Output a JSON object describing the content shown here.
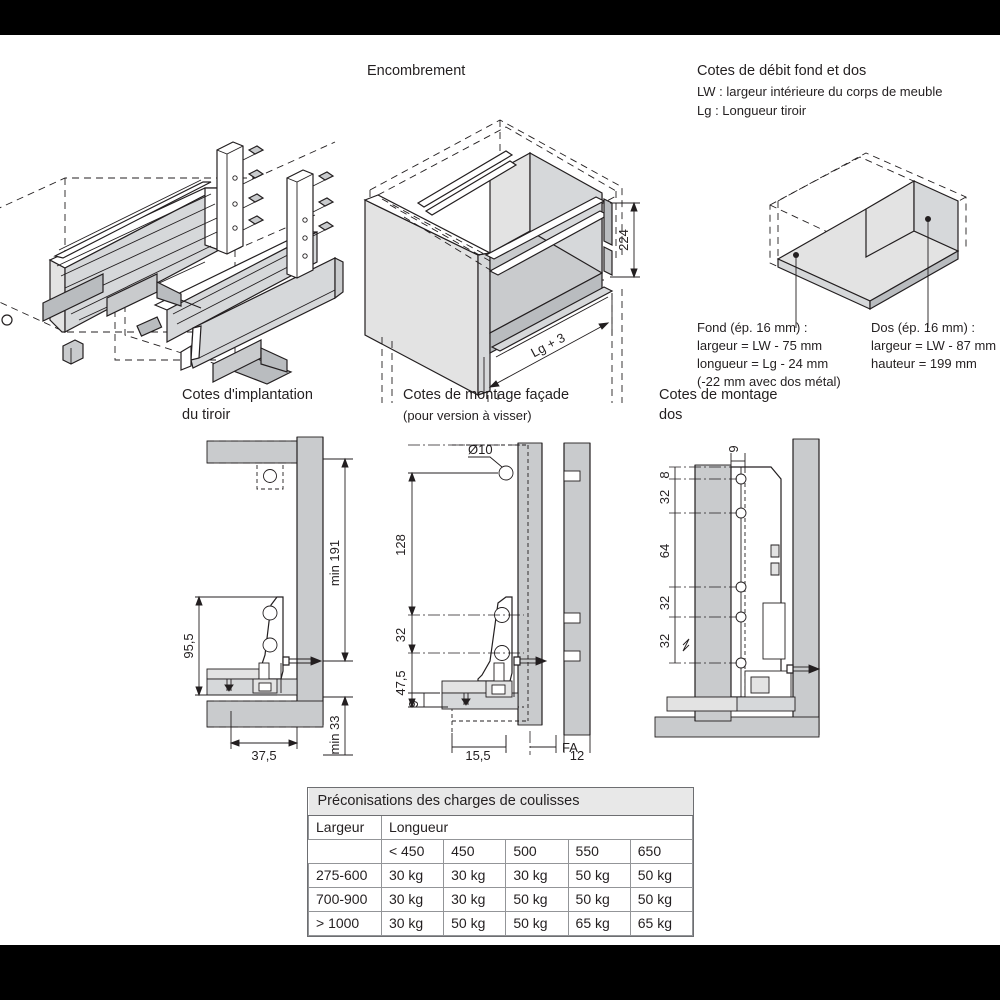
{
  "sections": {
    "encombrement": {
      "title": "Encombrement",
      "dim_height": "224",
      "dim_length": "Lg + 3"
    },
    "debit": {
      "title": "Cotes de débit fond et dos",
      "legend_lw": "LW : largeur intérieure du corps de meuble",
      "legend_lg": "Lg : Longueur tiroir",
      "fond": {
        "title": "Fond (ép. 16 mm) :",
        "line1": "largeur = LW - 75 mm",
        "line2": "longueur = Lg - 24 mm",
        "line3": "(-22 mm avec dos métal)"
      },
      "dos": {
        "title": "Dos (ép. 16 mm) :",
        "line1": "largeur = LW - 87 mm",
        "line2": "hauteur = 199 mm"
      }
    },
    "implantation": {
      "title_l1": "Cotes d'implantation",
      "title_l2": "du tiroir",
      "dims": {
        "d1": "min 191",
        "d2": "95,5",
        "d3": "min 33",
        "d4": "37,5"
      }
    },
    "facade": {
      "title_l1": "Cotes de montage façade",
      "title_l2": "(pour version à visser)",
      "dims": {
        "hole": "Ø10",
        "d1": "128",
        "d2": "32",
        "d3": "47,5",
        "d4": "9",
        "d5": "15,5",
        "d6": "FA",
        "d7": "12"
      }
    },
    "dos_montage": {
      "title_l1": "Cotes de montage",
      "title_l2": "dos",
      "dims": {
        "d0": "9",
        "d1": "8",
        "d2": "32",
        "d3": "64",
        "d4": "32",
        "d5": "32"
      }
    }
  },
  "table": {
    "caption": "Préconisations des charges de coulisses",
    "row_header": "Largeur",
    "col_group_header": "Longueur",
    "columns": [
      "< 450",
      "450",
      "500",
      "550",
      "650"
    ],
    "rows": [
      {
        "label": "275-600",
        "values": [
          "30 kg",
          "30 kg",
          "30 kg",
          "50 kg",
          "50 kg"
        ]
      },
      {
        "label": "700-900",
        "values": [
          "30 kg",
          "30 kg",
          "50 kg",
          "50 kg",
          "50 kg"
        ]
      },
      {
        "label": "> 1000",
        "values": [
          "30 kg",
          "50 kg",
          "50 kg",
          "65 kg",
          "65 kg"
        ]
      }
    ]
  },
  "colors": {
    "ink": "#231f20",
    "panel_light": "#e3e3e3",
    "panel_mid": "#c9cbcd",
    "panel_dark": "#b9bcbf",
    "table_header_bg": "#e8e8e8",
    "letterbox": "#000000"
  }
}
